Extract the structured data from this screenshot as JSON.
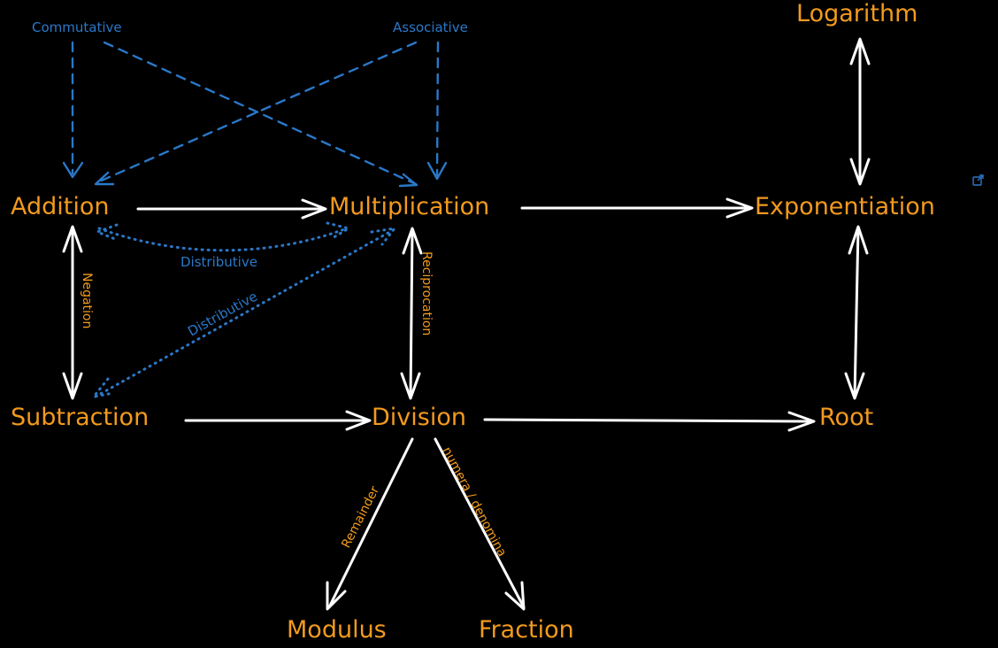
{
  "nodes": {
    "logarithm": "Logarithm",
    "addition": "Addition",
    "multiplication": "Multiplication",
    "exponentiation": "Exponentiation",
    "subtraction": "Subtraction",
    "division": "Division",
    "root": "Root",
    "modulus": "Modulus",
    "fraction": "Fraction"
  },
  "properties": {
    "commutative": "Commutative",
    "associative": "Associative"
  },
  "edge_labels": {
    "distributive_1": "Distributive",
    "distributive_2": "Distributive",
    "negation": "Negation",
    "reciprocation": "Reciprocation",
    "remainder": "Remainder",
    "numera_denomina": "numera / denomina"
  },
  "icons": {
    "external_link": "external-link-icon"
  },
  "colors": {
    "background": "#000000",
    "node_text": "#f29a1e",
    "property_blue": "#2a78c8",
    "arrow": "#ffffff"
  }
}
